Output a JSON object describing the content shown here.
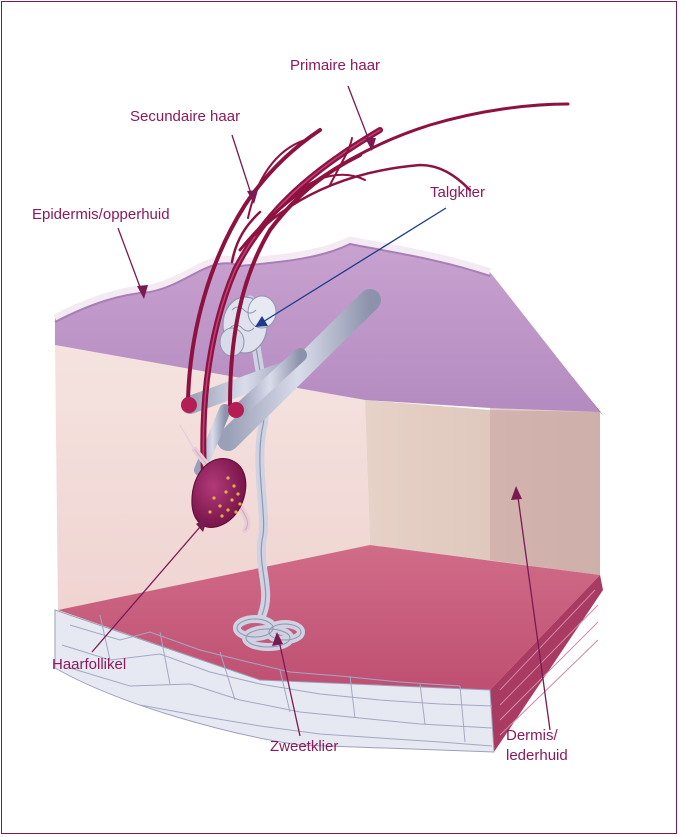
{
  "labels": {
    "primaire_haar": "Primaire haar",
    "secundaire_haar": "Secundaire haar",
    "talgklier": "Talgklier",
    "epidermis": "Epidermis/opperhuid",
    "haarfollikel": "Haarfollikel",
    "zweetklier": "Zweetklier",
    "dermis_line1": "Dermis/",
    "dermis_line2": "lederhuid"
  },
  "colors": {
    "frame": "#7a1a52",
    "label_text": "#8a1a5c",
    "hair": "#8e1240",
    "epidermis_top": "#b98fc4",
    "dermis_face": "#f2ddd8",
    "subcutis_floor": "#c85a7a",
    "fat": "#e7e9f2"
  }
}
